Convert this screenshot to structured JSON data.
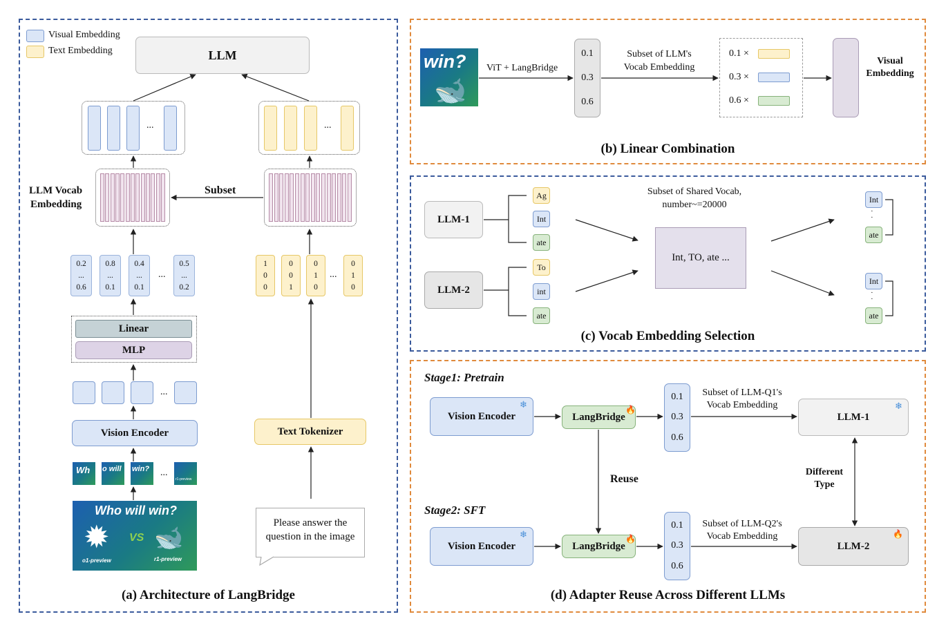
{
  "panel_a": {
    "caption": "(a) Architecture of LangBridge",
    "legend": {
      "visual": "Visual Embedding",
      "text": "Text Embedding"
    },
    "llm": "LLM",
    "ellipsis": "...",
    "vocab_label_line1": "LLM Vocab",
    "vocab_label_line2": "Embedding",
    "subset": "Subset",
    "weights": [
      {
        "top": "0.2",
        "mid": "...",
        "bot": "0.6"
      },
      {
        "top": "0.8",
        "mid": "...",
        "bot": "0.1"
      },
      {
        "top": "0.4",
        "mid": "...",
        "bot": "0.1"
      },
      {
        "top": "0.5",
        "mid": "...",
        "bot": "0.2"
      }
    ],
    "onehots": [
      [
        "1",
        "0",
        "0"
      ],
      [
        "0",
        "0",
        "1"
      ],
      [
        "0",
        "1",
        "0"
      ],
      [
        "0",
        "1",
        "0"
      ]
    ],
    "linear": "Linear",
    "mlp": "MLP",
    "vision_encoder": "Vision Encoder",
    "text_tokenizer": "Text Tokenizer",
    "prompt_line1": "Please answer the",
    "prompt_line2": "question in the image",
    "image_text": "Who will win?",
    "image_left_tag": "o1-preview",
    "image_vs": "VS",
    "image_right_tag": "r1-preview",
    "patch_texts": [
      "Wh",
      "o will",
      "win?",
      "r1-preview"
    ]
  },
  "panel_b": {
    "caption": "(b) Linear Combination",
    "image_text": "win?",
    "vit_label": "ViT + LangBridge",
    "weights": [
      "0.1",
      "0.3",
      "0.6"
    ],
    "subset_line1": "Subset of LLM's",
    "subset_line2": "Vocab Embedding",
    "combo": [
      "0.1 ×",
      "0.3 ×",
      "0.6 ×"
    ],
    "visual_line1": "Visual",
    "visual_line2": "Embedding"
  },
  "panel_c": {
    "caption": "(c) Vocab Embedding Selection",
    "llm1": "LLM-1",
    "llm2": "LLM-2",
    "llm1_tokens": [
      "Ag",
      "Int",
      "ate"
    ],
    "llm2_tokens": [
      "To",
      "int",
      "ate"
    ],
    "shared_line1": "Subset of Shared Vocab,",
    "shared_line2": "number~=20000",
    "shared_content": "Int, TO, ate ...",
    "out_top": "Int",
    "out_dots": "·\n·",
    "out_bottom": "ate"
  },
  "panel_d": {
    "caption": "(d) Adapter Reuse Across Different LLMs",
    "stage1": "Stage1:  Pretrain",
    "stage2": "Stage2:  SFT",
    "vision_encoder": "Vision Encoder",
    "langbridge": "LangBridge",
    "weights": [
      "0.1",
      "0.3",
      "0.6"
    ],
    "subset1_line1": "Subset of LLM-Q1's",
    "subset1_line2": "Vocab Embedding",
    "subset2_line1": "Subset of LLM-Q2's",
    "subset2_line2": "Vocab Embedding",
    "llm1": "LLM-1",
    "llm2": "LLM-2",
    "reuse": "Reuse",
    "different_line1": "Different",
    "different_line2": "Type",
    "frozen_icon": "snowflake-icon",
    "trainable_icon": "flame-icon"
  },
  "colors": {
    "blue_border": "#3a5a9c",
    "orange_border": "#e08a3c",
    "visual": "#dbe6f7",
    "text": "#fdf1cc",
    "langbridge": "#d8ebd2",
    "vocab": "#f1e4ee"
  }
}
